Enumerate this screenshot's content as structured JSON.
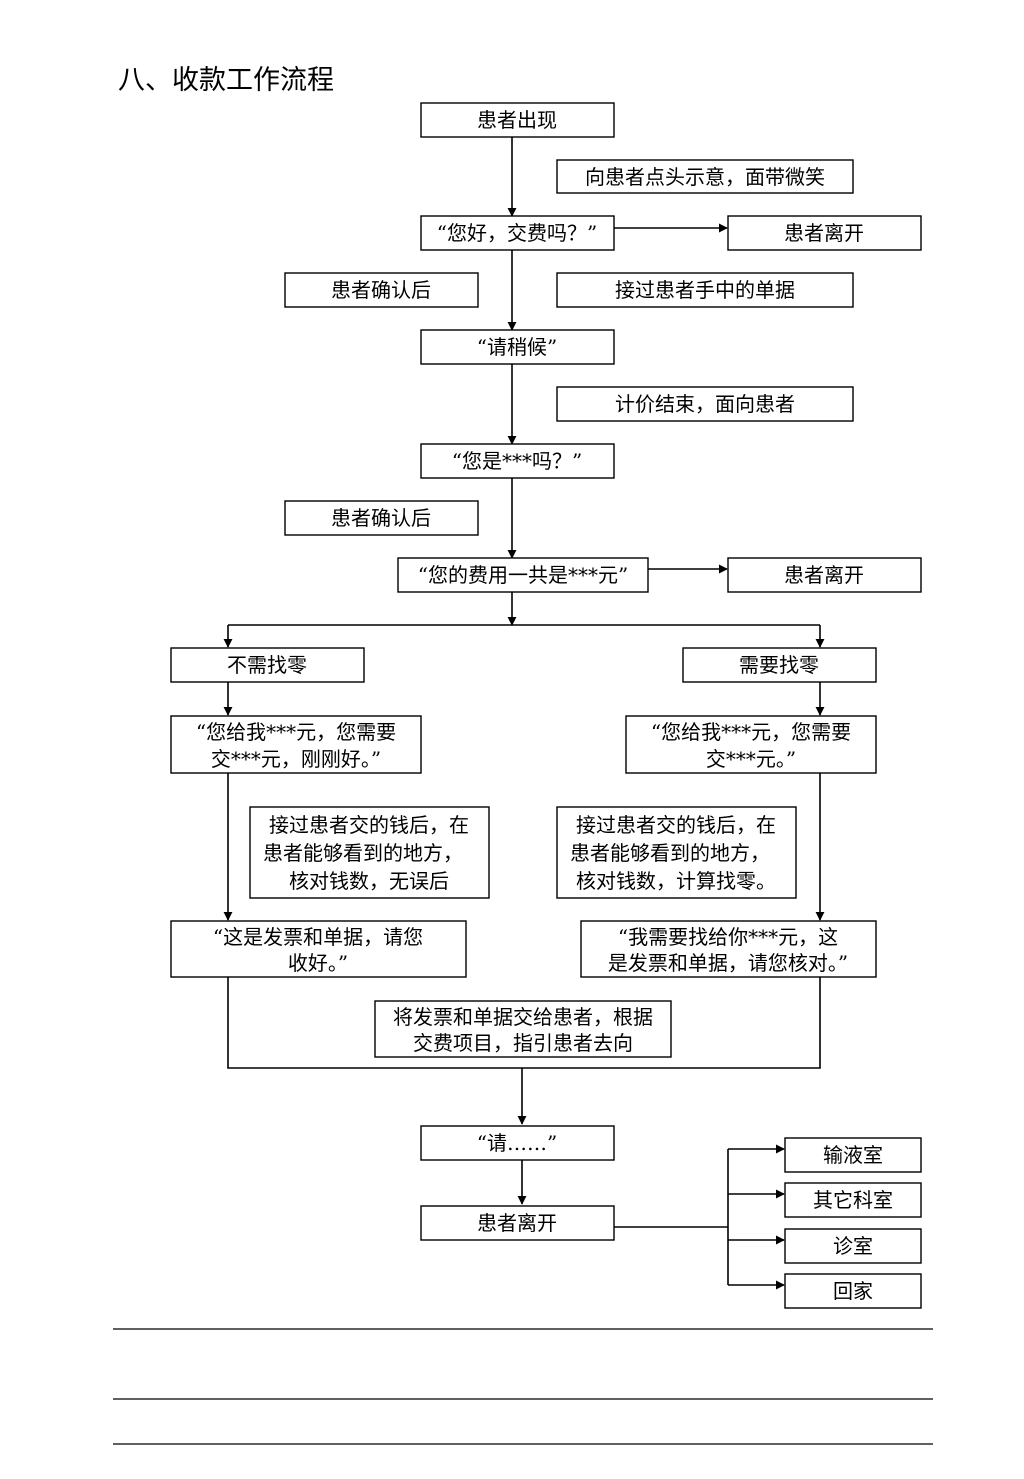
{
  "title": "八、收款工作流程",
  "nodes": {
    "appear": "患者出现",
    "nod": "向患者点头示意，面带微笑",
    "greet": "“您好，交费吗？”",
    "leave1": "患者离开",
    "confirm1": "患者确认后",
    "takeDocs": "接过患者手中的单据",
    "wait": "“请稍候”",
    "pricing": "计价结束，面向患者",
    "askName": "“您是***吗？”",
    "confirm2": "患者确认后",
    "total": "“您的费用一共是***元”",
    "leave2": "患者离开",
    "noChange": "不需找零",
    "needChange": "需要找零",
    "exactL1": "“您给我***元，您需要",
    "exactL2": "交***元，刚刚好。”",
    "changeL1": "“您给我***元，您需要",
    "changeL2": "交***元。”",
    "checkL1": "接过患者交的钱后，在",
    "checkL2": "患者能够看到的地方，",
    "checkL3": "核对钱数，无误后",
    "calcL1": "接过患者交的钱后，在",
    "calcL2": "患者能够看到的地方，",
    "calcL3": "核对钱数，计算找零。",
    "invoiceL1": "“这是发票和单据，请您",
    "invoiceL2": "收好。”",
    "giveChangeL1": "“我需要找给你***元，这",
    "giveChangeL2": "是发票和单据，请您核对。”",
    "handoverL1": "将发票和单据交给患者，根据",
    "handoverL2": "交费项目，指引患者去向",
    "please": "“请……”",
    "leave3": "患者离开",
    "dest1": "输液室",
    "dest2": "其它科室",
    "dest3": "诊室",
    "dest4": "回家"
  }
}
